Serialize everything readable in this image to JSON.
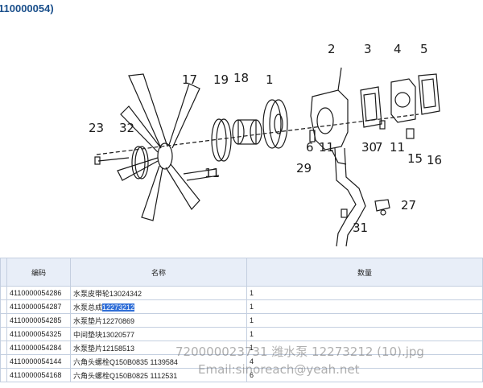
{
  "header": {
    "title": "110000054)"
  },
  "diagram": {
    "callouts": [
      "1",
      "2",
      "3",
      "4",
      "5",
      "6",
      "7",
      "11",
      "11",
      "11",
      "15",
      "16",
      "17",
      "18",
      "19",
      "23",
      "27",
      "29",
      "30",
      "31",
      "32"
    ]
  },
  "table": {
    "columns": [
      "编码",
      "名称",
      "数量"
    ],
    "rows": [
      {
        "code": "4110000054286",
        "name": "水泵皮带轮13024342",
        "name_hl": "",
        "qty": "1"
      },
      {
        "code": "4110000054287",
        "name": "水泵总成",
        "name_hl": "12273212",
        "qty": "1"
      },
      {
        "code": "4110000054285",
        "name": "水泵垫片12270869",
        "name_hl": "",
        "qty": "1"
      },
      {
        "code": "4110000054325",
        "name": "中间垫块13020577",
        "name_hl": "",
        "qty": "1"
      },
      {
        "code": "4110000054284",
        "name": "水泵垫片12158513",
        "name_hl": "",
        "qty": "1"
      },
      {
        "code": "4110000054144",
        "name": "六角头螺栓Q150B0835 1139584",
        "name_hl": "",
        "qty": "4"
      },
      {
        "code": "4110000054168",
        "name": "六角头螺栓Q150B0825 1112531",
        "name_hl": "",
        "qty": "6"
      }
    ]
  },
  "watermark": {
    "line1": "720000023731 潍水泵  12273212 (10).jpg",
    "line2": "Email:sinoreach@yeah.net"
  }
}
